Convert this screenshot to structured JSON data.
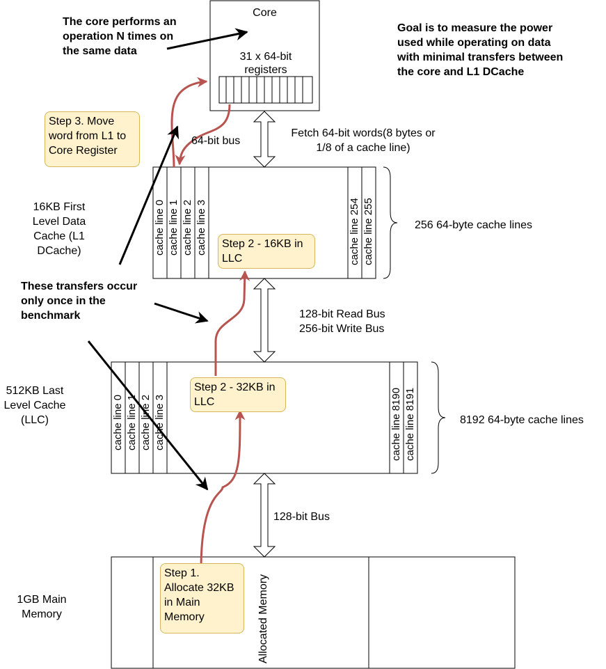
{
  "core": {
    "title": "Core",
    "registers_label": "31 x 64-bit registers"
  },
  "labels": {
    "core_note": "The core performs an operation N times on the same data",
    "goal": "Goal is to measure the power used while operating on data with minimal transfers between the core and L1 DCache",
    "bus_64": "64-bit bus",
    "fetch": "Fetch 64-bit words(8 bytes or 1/8 of a cache line)",
    "l1_name": "16KB First Level Data Cache (L1 DCache)",
    "l1_lines": "256 64-byte cache lines",
    "transfers_once": "These transfers occur only once in the benchmark",
    "read_bus": "128-bit Read Bus",
    "write_bus": "256-bit Write Bus",
    "llc_name": "512KB Last Level Cache (LLC)",
    "llc_lines": "8192 64-byte cache lines",
    "bus_128": "128-bit Bus",
    "mem_name": "1GB Main Memory",
    "allocated": "Allocated Memory"
  },
  "steps": {
    "step3": "Step 3. Move word from L1 to Core Register",
    "step2_l1": "Step 2 - 16KB in LLC",
    "step2_llc": "Step 2 - 32KB in LLC",
    "step1": "Step 1. Allocate 32KB in Main Memory"
  },
  "l1_cache_lines": [
    "cache line 0",
    "cache line 1",
    "cache line 2",
    "cache line 3",
    "cache line 254",
    "cache line 255"
  ],
  "llc_cache_lines": [
    "cache line 0",
    "cache line 1",
    "cache line 2",
    "cache line 3",
    "cache line 8190",
    "cache line 8191"
  ],
  "colors": {
    "flow_arrow": "#b85450",
    "step_fill": "#fff2cc",
    "step_border": "#d6b656"
  }
}
